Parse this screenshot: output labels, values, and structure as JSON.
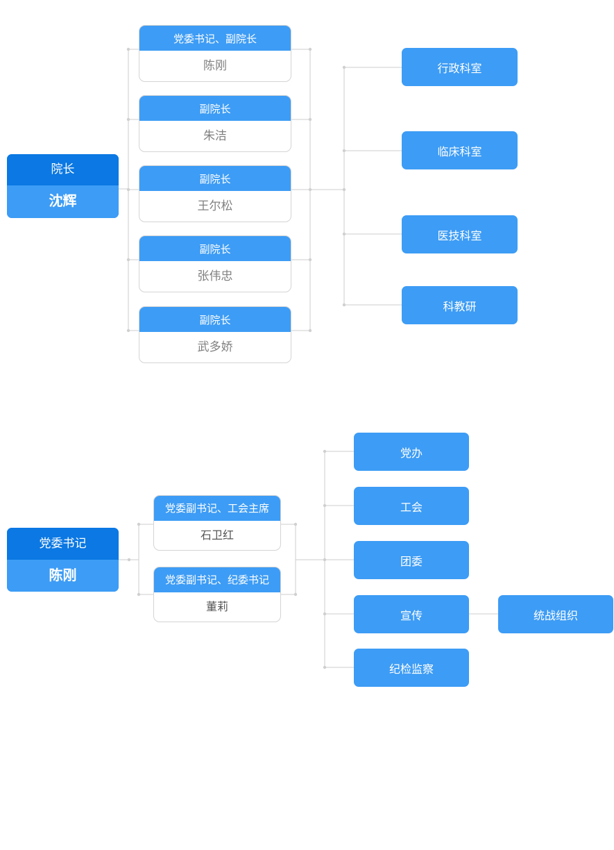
{
  "colors": {
    "leader_header": "#0b78e3",
    "primary": "#3d9cf5",
    "connector": "#d6d6d6",
    "name_text": "#808080"
  },
  "chart1": {
    "leader": {
      "title": "院长",
      "name": "沈辉"
    },
    "deputies": [
      {
        "title": "党委书记、副院长",
        "name": "陈刚"
      },
      {
        "title": "副院长",
        "name": "朱洁"
      },
      {
        "title": "副院长",
        "name": "王尔松"
      },
      {
        "title": "副院长",
        "name": "张伟忠"
      },
      {
        "title": "副院长",
        "name": "武多娇"
      }
    ],
    "departments": [
      "行政科室",
      "临床科室",
      "医技科室",
      "科教研"
    ]
  },
  "chart2": {
    "leader": {
      "title": "党委书记",
      "name": "陈刚"
    },
    "deputies": [
      {
        "title": "党委副书记、工会主席",
        "name": "石卫红"
      },
      {
        "title": "党委副书记、纪委书记",
        "name": "董莉"
      }
    ],
    "departments": [
      "党办",
      "工会",
      "团委",
      "宣传",
      "纪检监察"
    ],
    "sub_department": "统战组织"
  }
}
